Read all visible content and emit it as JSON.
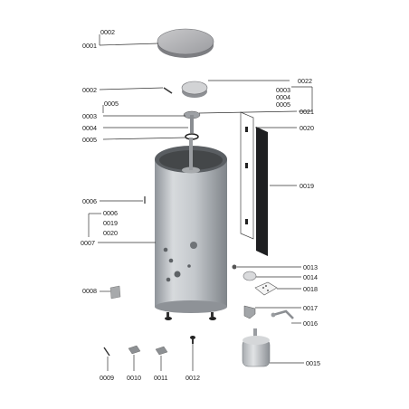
{
  "labels": {
    "p0001": "0001",
    "p0002_top": "0002",
    "p0002_left": "0002",
    "p0003_left": "0003",
    "p0003_right": "0003",
    "p0004_left": "0004",
    "p0004_right": "0004",
    "p0005_left": "0005",
    "p0005_right": "0005",
    "p0005_group": "0005",
    "p0006_left": "0006",
    "p0006_group": "0006",
    "p0007": "0007",
    "p0008": "0008",
    "p0009": "0009",
    "p0010": "0010",
    "p0011": "0011",
    "p0012": "0012",
    "p0013": "0013",
    "p0014": "0014",
    "p0015": "0015",
    "p0016": "0016",
    "p0017": "0017",
    "p0018": "0018",
    "p0019_left": "0019",
    "p0019_right": "0019",
    "p0020_left": "0020",
    "p0020_right": "0020",
    "p0021": "0021",
    "p0022": "0022"
  }
}
